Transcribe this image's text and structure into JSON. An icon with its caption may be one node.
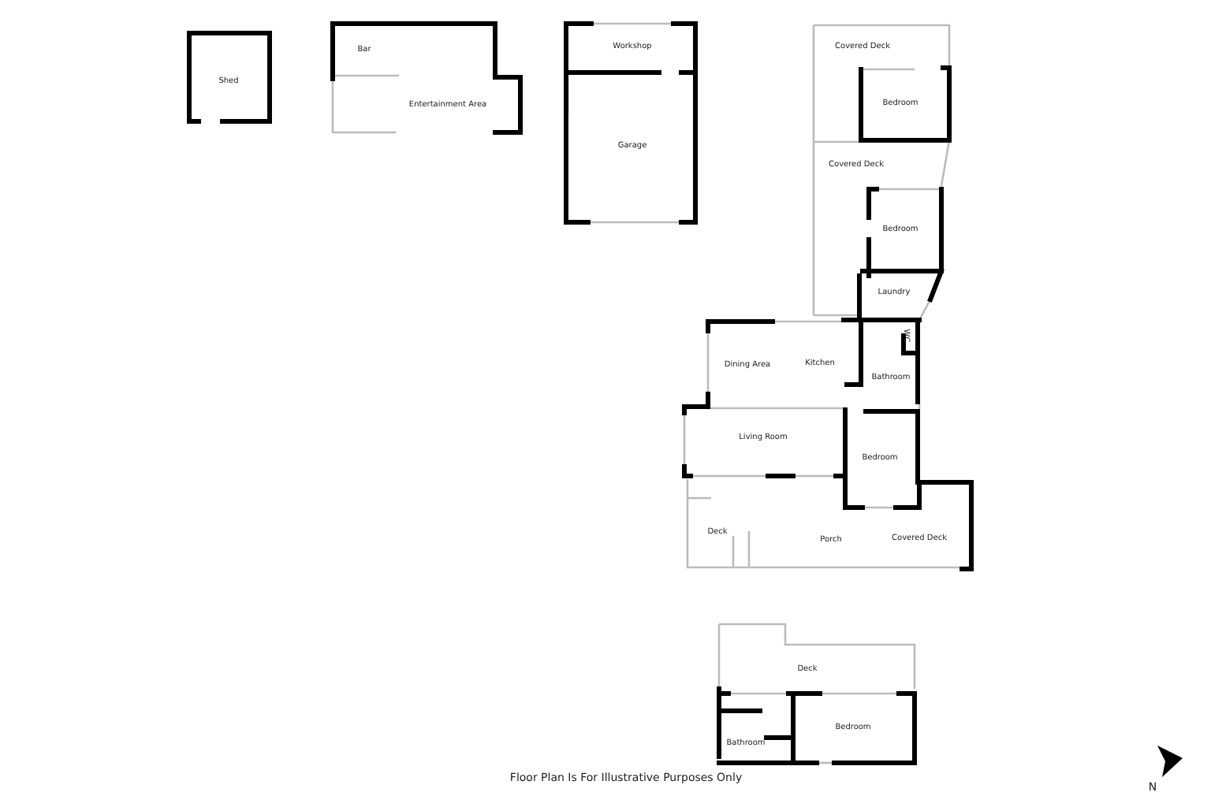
{
  "diagram": {
    "labels": [
      "Shed",
      "Bar",
      "Workshop",
      "Covered Deck",
      "Entertainment Area",
      "Bedroom",
      "Garage",
      "Covered Deck",
      "Bedroom",
      "Laundry",
      "WC",
      "Dining Area",
      "Kitchen",
      "Bathroom",
      "Living Room",
      "Bedroom",
      "Deck",
      "Porch",
      "Covered Deck",
      "Deck",
      "Bathroom",
      "Bedroom",
      "Floor Plan Is For Illustrative Purposes Only",
      "N"
    ]
  }
}
